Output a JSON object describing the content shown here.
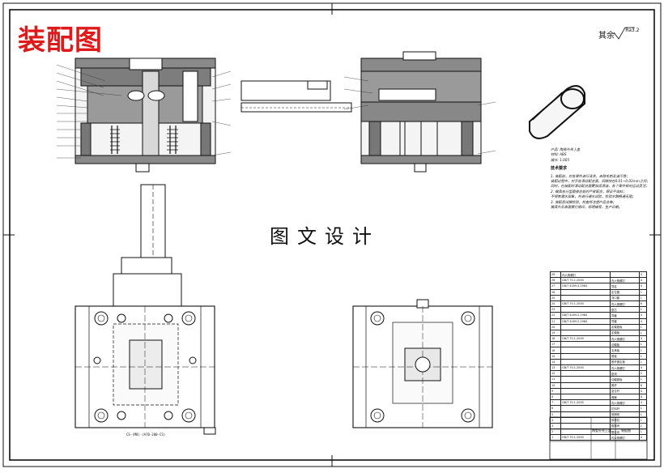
{
  "title": "装配图",
  "watermark": "图文设计",
  "roughness_label": "其余",
  "roughness_value": "Ra3.2",
  "product_info": [
    "产品: 陶瓷外壳上盖",
    "材料: ABS",
    "缩水: 1.005"
  ],
  "notes_heading": "技术要求",
  "notes": [
    "1. 装配前，对各零件进行清洗，去除毛刺及油污等；",
    "装配过程中，对于各滑动配合面，间隙应在0.01~0.03mm之间；",
    "同时，在装配时滑动配合面要加润滑油，各个零件相对运动灵活；",
    "2. 模具各分型面接合处的严密配合，保证不溢料；",
    "不得有漏水现象，并进行通水试验，检验水路畅通无阻；",
    "3. 装配后试模检验，检查所注塑产品合格；",
    "模具外形表面需打钢印，标明编号，生产日期。"
  ],
  "scale_text": "CS-(M8)-(A70-200-CS)",
  "bom_rows": [
    [
      "29",
      "内六角螺钉",
      "",
      "4"
    ],
    [
      "28",
      "GB/T 70.1-2000",
      "内六角螺钉",
      "4"
    ],
    [
      "27",
      "GB/T 4169.4-1984",
      "导柱",
      "4"
    ],
    [
      "26",
      "",
      "定位圈",
      "1"
    ],
    [
      "25",
      "",
      "浇口套",
      "1"
    ],
    [
      "24",
      "GB/T 70.1-2000",
      "内六角螺钉",
      "6"
    ],
    [
      "23",
      "",
      "型芯",
      "1"
    ],
    [
      "22",
      "GB/T 4169.2-1984",
      "导套",
      "4"
    ],
    [
      "21",
      "GB/T 4169.2-1984",
      "导套",
      "4"
    ],
    [
      "20",
      "",
      "定模座板",
      "1"
    ],
    [
      "19",
      "",
      "定模板",
      "1"
    ],
    [
      "18",
      "GB/T 70.1-2000",
      "内六角螺钉",
      "4"
    ],
    [
      "17",
      "",
      "动模板",
      "1"
    ],
    [
      "16",
      "",
      "支承板",
      "1"
    ],
    [
      "15",
      "",
      "推板",
      "1"
    ],
    [
      "14",
      "",
      "推杆固定板",
      "1"
    ],
    [
      "13",
      "GB/T 70.1-2000",
      "内六角螺钉",
      "4"
    ],
    [
      "12",
      "",
      "垫块",
      "2"
    ],
    [
      "11",
      "",
      "动模座板",
      "1"
    ],
    [
      "10",
      "",
      "推杆",
      "8"
    ],
    [
      "9",
      "",
      "复位杆",
      "4"
    ],
    [
      "8",
      "",
      "弹簧",
      "4"
    ],
    [
      "7",
      "GB/T 70.1-2000",
      "内六角螺钉",
      "4"
    ],
    [
      "6",
      "",
      "拉料杆",
      "1"
    ],
    [
      "5",
      "",
      "侧滑块",
      "1"
    ],
    [
      "4",
      "",
      "斜导柱",
      "1"
    ],
    [
      "3",
      "",
      "楔紧块",
      "1"
    ],
    [
      "2",
      "",
      "限位块",
      "1"
    ],
    [
      "1",
      "GB/T 70.1-2000",
      "内六角螺钉",
      "4"
    ]
  ],
  "title_block": [
    "陶瓷外壳上盖",
    "装配图"
  ]
}
